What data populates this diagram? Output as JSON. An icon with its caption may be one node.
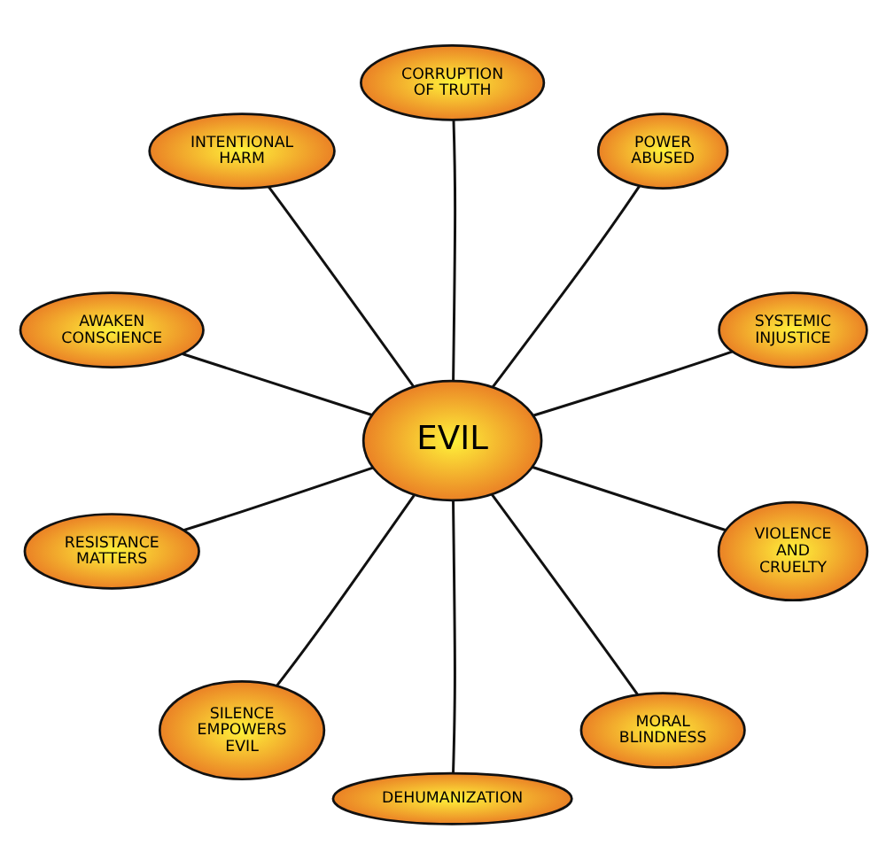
{
  "diagram": {
    "nodes": [
      {
        "text": [
          "INTENTIONAL HARM"
        ]
      },
      {
        "text": [
          "CORRUPTION OF TRUTH"
        ]
      },
      {
        "text": [
          "POWER ABUSED"
        ]
      },
      {
        "text": [
          "AWAKEN CONSCIENCE"
        ]
      },
      {
        "text": [
          "SYSTEMIC INJUSTICE"
        ]
      },
      {
        "text": [
          "EVIL"
        ]
      },
      {
        "text": [
          "RESISTANCE MATTERS"
        ]
      },
      {
        "text": [
          "VIOLENCE AND CRUELTY"
        ]
      },
      {
        "text": [
          "SILENCE EMPOWERS EVIL"
        ]
      },
      {
        "text": [
          "DEHUMANIZATION"
        ]
      },
      {
        "text": [
          "MORAL BLINDNESS"
        ]
      }
    ],
    "edges": [
      {
        "from": 5,
        "to": 4,
        "arrow": "none"
      },
      {
        "from": 5,
        "to": 2,
        "arrow": "none"
      },
      {
        "from": 5,
        "to": 1,
        "arrow": "none"
      },
      {
        "from": 5,
        "to": 0,
        "arrow": "none"
      },
      {
        "from": 5,
        "to": 3,
        "arrow": "none"
      },
      {
        "from": 5,
        "to": 6,
        "arrow": "none"
      },
      {
        "from": 5,
        "to": 8,
        "arrow": "none"
      },
      {
        "from": 5,
        "to": 9,
        "arrow": "none"
      },
      {
        "from": 5,
        "to": 10,
        "arrow": "none"
      },
      {
        "from": 5,
        "to": 7,
        "arrow": "none"
      }
    ]
  }
}
